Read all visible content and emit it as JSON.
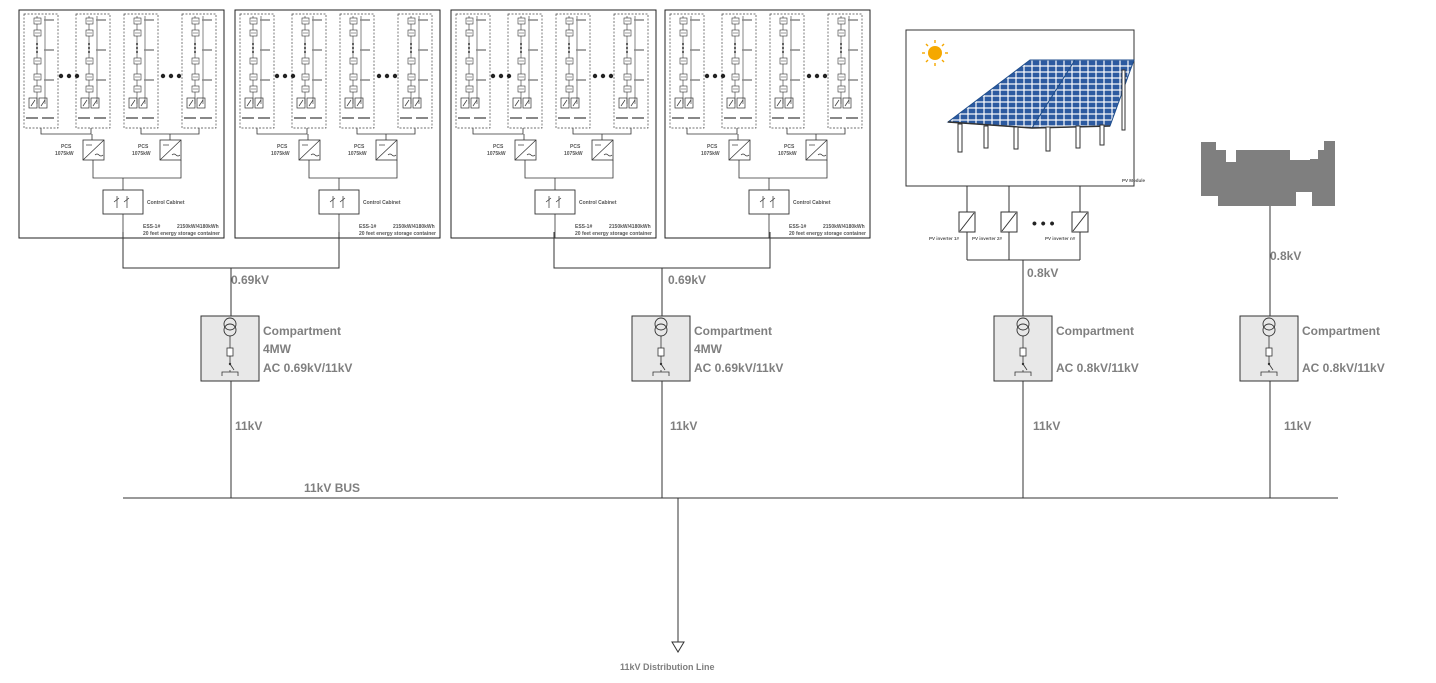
{
  "containers": [
    {
      "pcs_left": {
        "name": "PCS",
        "rating": "1075kW"
      },
      "pcs_right": {
        "name": "PCS",
        "rating": "1075kW"
      },
      "cabinet": "Control Cabinet",
      "ess_id": "ESS-1#",
      "ess_capacity": "2150kW/4180kWh",
      "ess_type": "20 feet energy storage container"
    },
    {
      "pcs_left": {
        "name": "PCS",
        "rating": "1075kW"
      },
      "pcs_right": {
        "name": "PCS",
        "rating": "1075kW"
      },
      "cabinet": "Control Cabinet",
      "ess_id": "ESS-1#",
      "ess_capacity": "2150kW/4180kWh",
      "ess_type": "20 feet energy storage container"
    },
    {
      "pcs_left": {
        "name": "PCS",
        "rating": "1075kW"
      },
      "pcs_right": {
        "name": "PCS",
        "rating": "1075kW"
      },
      "cabinet": "Control Cabinet",
      "ess_id": "ESS-1#",
      "ess_capacity": "2150kW/4180kWh",
      "ess_type": "20 feet energy storage container"
    },
    {
      "pcs_left": {
        "name": "PCS",
        "rating": "1075kW"
      },
      "pcs_right": {
        "name": "PCS",
        "rating": "1075kW"
      },
      "cabinet": "Control Cabinet",
      "ess_id": "ESS-1#",
      "ess_capacity": "2150kW/4180kWh",
      "ess_type": "20 feet energy storage container"
    }
  ],
  "pv": {
    "module_label": "PV Module",
    "inverter_1": "PV inverter 1#",
    "inverter_2": "PV inverter 2#",
    "inverter_n": "PV inverter n#",
    "ellipsis": "• • •"
  },
  "voltages": {
    "ess_left_low": "0.69kV",
    "ess_right_low": "0.69kV",
    "pv_low": "0.8kV",
    "gen_low": "0.8kV",
    "hv_1": "11kV",
    "hv_2": "11kV",
    "hv_3": "11kV",
    "hv_4": "11kV"
  },
  "compartments": [
    {
      "title": "Compartment",
      "power": "4MW",
      "ratio": "AC 0.69kV/11kV"
    },
    {
      "title": "Compartment",
      "power": "4MW",
      "ratio": "AC 0.69kV/11kV"
    },
    {
      "title": "Compartment",
      "power": "",
      "ratio": "AC 0.8kV/11kV"
    },
    {
      "title": "Compartment",
      "power": "",
      "ratio": "AC 0.8kV/11kV"
    }
  ],
  "bus_label": "11kV BUS",
  "distribution_label": "11kV Distribution Line",
  "colors": {
    "label": "#7f7f7f",
    "line": "#333333",
    "panel": "#1f4e8c",
    "generator": "#7f7f7f",
    "sun": "#f5a800"
  }
}
